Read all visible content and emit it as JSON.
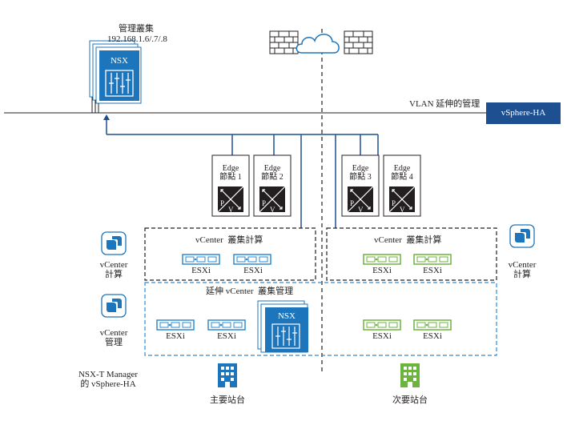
{
  "mgmt_cluster": {
    "title": "管理叢集",
    "ip": "192.168.1.6/.7/.8",
    "nsx_label": "NSX"
  },
  "network": {
    "vlan_label": "VLAN 延伸的管理",
    "vsphere_ha": "vSphere-HA"
  },
  "edges": [
    {
      "line1": "Edge",
      "line2": "節點 1"
    },
    {
      "line1": "Edge",
      "line2": "節點 2"
    },
    {
      "line1": "Edge",
      "line2": "節點 3"
    },
    {
      "line1": "Edge",
      "line2": "節點 4"
    }
  ],
  "edge_icon_letters": {
    "p": "P",
    "v": "V"
  },
  "compute_cluster_left": {
    "title": "vCenter  叢集計算",
    "hosts": [
      "ESXi",
      "ESXi"
    ]
  },
  "compute_cluster_right": {
    "title": "vCenter  叢集計算",
    "hosts": [
      "ESXi",
      "ESXi"
    ]
  },
  "stretched_mgmt": {
    "title": "延伸 vCenter  叢集管理",
    "hosts_left": [
      "ESXi",
      "ESXi"
    ],
    "hosts_right": [
      "ESXi",
      "ESXi"
    ],
    "nsx_label": "NSX"
  },
  "left_labels": {
    "vcenter_compute": [
      "vCenter",
      "計算"
    ],
    "vcenter_mgmt": [
      "vCenter",
      "管理"
    ],
    "nsxt_manager": [
      "NSX-T Manager",
      "的 vSphere-HA"
    ]
  },
  "right_labels": {
    "vcenter_compute": [
      "vCenter",
      "計算"
    ]
  },
  "sites": {
    "primary": "主要站台",
    "secondary": "次要站台"
  },
  "colors": {
    "blue": "#1d4f91",
    "blue_server": "#2e8bd2",
    "green_server": "#6db33f",
    "dashed_blue": "#2e8bd2",
    "nsx_blue": "#1d76bb"
  }
}
